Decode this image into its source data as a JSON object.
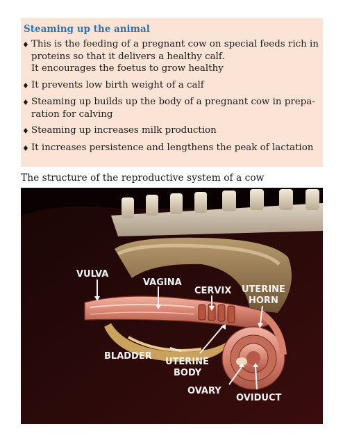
{
  "section": {
    "title": "Steaming up the animal",
    "bullets": [
      {
        "lines": [
          "This is the feeding of a pregnant cow on special feeds rich in",
          "proteins so that it delivers a healthy calf.",
          "It encourages the foetus to grow healthy"
        ]
      },
      {
        "lines": [
          "It prevents low birth weight of a calf"
        ]
      },
      {
        "lines": [
          "Steaming up builds up the body of a pregnant cow in prepa-",
          "ration for calving"
        ]
      },
      {
        "lines": [
          "Steaming up increases milk production"
        ]
      },
      {
        "lines": [
          "It increases persistence and lengthens the peak of lactation"
        ]
      }
    ]
  },
  "figure": {
    "caption": "The structure of the reproductive system of a cow",
    "labels": {
      "vulva": "VULVA",
      "vagina": "VAGINA",
      "cervix": "CERVIX",
      "uterine_horn_1": "UTERINE",
      "uterine_horn_2": "HORN",
      "bladder": "BLADDER",
      "uterine_body_1": "UTERINE",
      "uterine_body_2": "BODY",
      "ovary": "OVARY",
      "oviduct": "OVIDUCT"
    }
  },
  "colors": {
    "box_bg": "#fbe4d5",
    "title": "#2e75b6",
    "tract_pink": "#d98b7a",
    "bone": "#e8dcc8",
    "tissue_brown": "#9a7b52"
  }
}
